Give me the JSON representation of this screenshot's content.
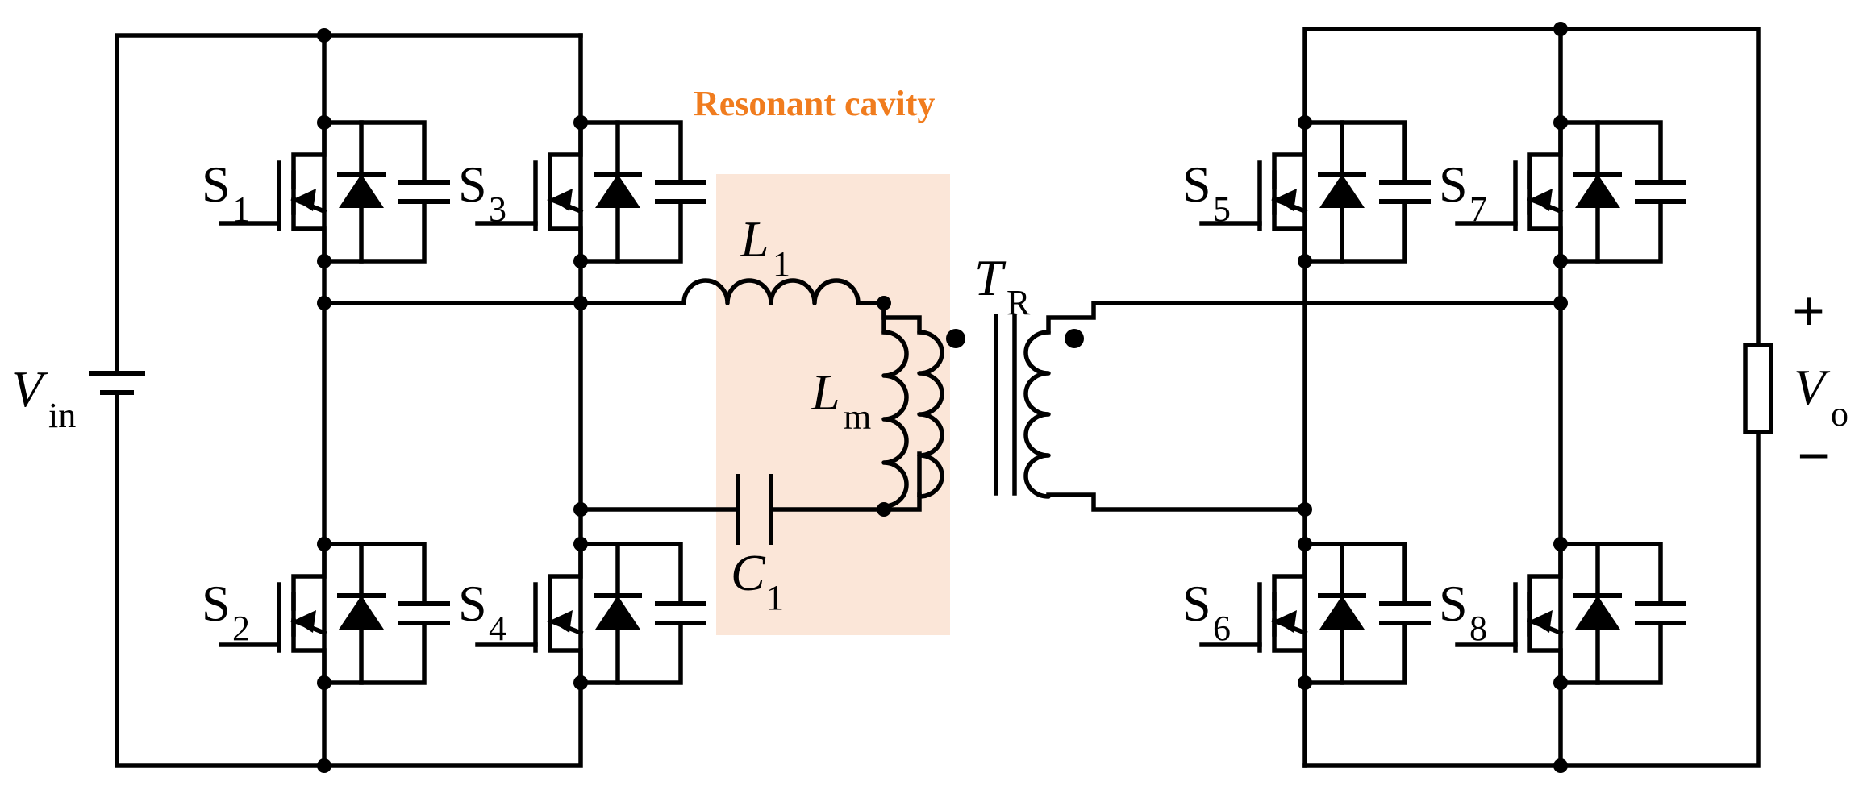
{
  "title": "Resonant cavity",
  "colors": {
    "title": "#f07c1e",
    "cavity": "#fbe6d8",
    "wire": "#000000"
  },
  "labels": {
    "vin": {
      "main": "V",
      "sub": "in"
    },
    "vo": {
      "main": "V",
      "sub": "o"
    },
    "plus": "+",
    "minus": "−",
    "L1": {
      "main": "L",
      "sub": "1"
    },
    "Lm": {
      "main": "L",
      "sub": "m"
    },
    "C1": {
      "main": "C",
      "sub": "1"
    },
    "TR": {
      "main": "T",
      "sub": "R"
    }
  },
  "switches": [
    {
      "main": "S",
      "sub": "1"
    },
    {
      "main": "S",
      "sub": "2"
    },
    {
      "main": "S",
      "sub": "3"
    },
    {
      "main": "S",
      "sub": "4"
    },
    {
      "main": "S",
      "sub": "5"
    },
    {
      "main": "S",
      "sub": "6"
    },
    {
      "main": "S",
      "sub": "7"
    },
    {
      "main": "S",
      "sub": "8"
    }
  ]
}
